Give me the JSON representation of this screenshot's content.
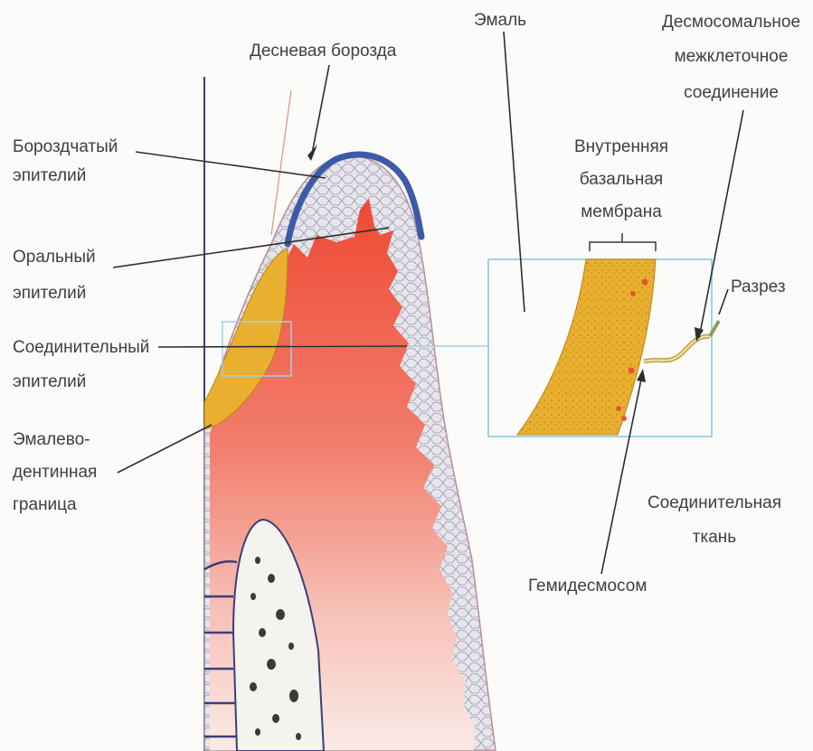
{
  "labels": {
    "gingival_sulcus": "Десневая борозда",
    "sulcular_epithelium": [
      "Бороздчатый",
      "эпителий"
    ],
    "oral_epithelium": [
      "Оральный",
      "эпителий"
    ],
    "junctional_epithelium": [
      "Соединительный",
      "эпителий"
    ],
    "cej": [
      "Эмалево-",
      "дентинная",
      "граница"
    ],
    "enamel": "Эмаль",
    "desmosomal": [
      "Десмосомальное",
      "межклеточное",
      "соединение"
    ],
    "inner_basal_membrane": [
      "Внутренняя",
      "базальная",
      "мембрана"
    ],
    "section": "Разрез",
    "connective_tissue": [
      "Соединительная",
      "ткань"
    ],
    "hemidesmosome": "Гемидесмосом"
  },
  "colors": {
    "epithelium_fill": "#e5e3ea",
    "enamel_orange": "#e9b030",
    "connective_red": "#ef5f48",
    "sulcus_blue": "#3d5aa8",
    "inset_border": "#9fd2e6",
    "bone_fill": "#f5f3ee"
  }
}
